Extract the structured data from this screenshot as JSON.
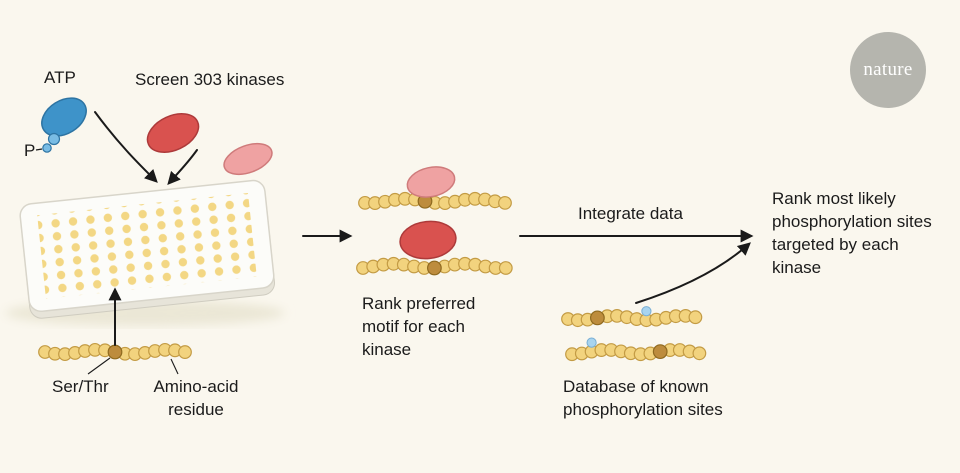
{
  "page": {
    "background": "#faf7ee"
  },
  "logo": {
    "text": "nature"
  },
  "labels": {
    "atp": "ATP",
    "phosphate": "P",
    "screen_kinases": "Screen 303 kinases",
    "ser_thr": "Ser/Thr",
    "amino_acid_residue": "Amino-acid residue",
    "rank_motif": "Rank preferred motif for each kinase",
    "integrate_data": "Integrate data",
    "database_known_sites": "Database of known phosphorylation sites",
    "rank_sites": "Rank most likely phosphorylation sites targeted by each kinase"
  },
  "palette": {
    "background": "#faf7ee",
    "text": "#1b1b1b",
    "atp_blue": "#3e93c9",
    "atp_blue_light": "#79bce4",
    "kinase_red": "#d9524f",
    "kinase_red_stroke": "#ad3a3a",
    "kinase_pink": "#efa2a2",
    "kinase_pink_stroke": "#cf7b7b",
    "bead_yellow": "#f2d37e",
    "bead_yellow_stroke": "#c39b44",
    "residue_brown": "#bd8c3d",
    "residue_brown_stroke": "#8f6a20",
    "phospho_blue": "#a8d4ef",
    "phospho_blue_stroke": "#78aed4",
    "plate_face": "#fcfcf9",
    "plate_edge": "#e7e4d9",
    "well_yellow": "#f3d784",
    "logo_gray": "#b5b5ae"
  }
}
